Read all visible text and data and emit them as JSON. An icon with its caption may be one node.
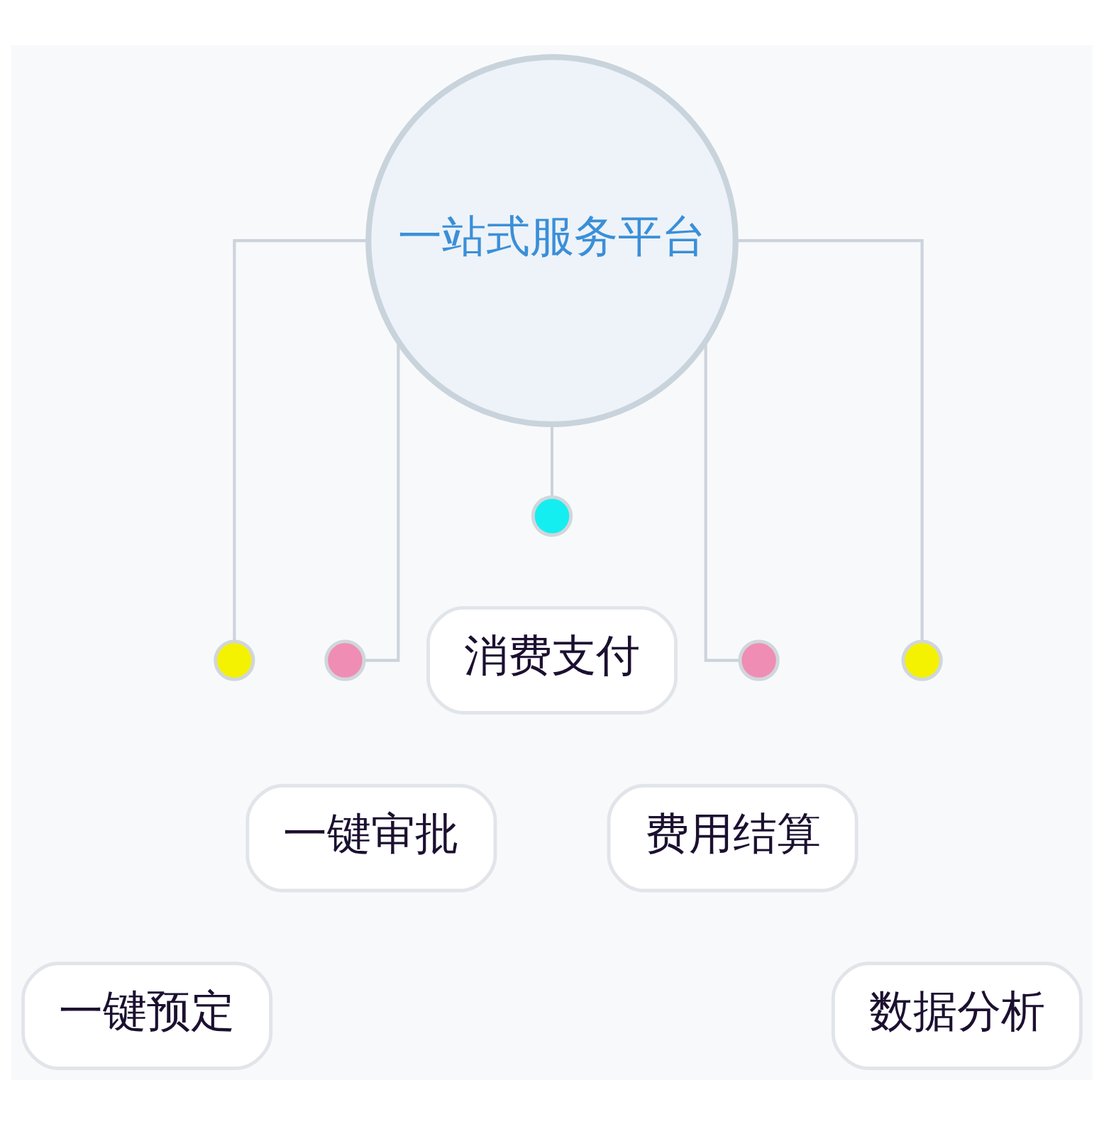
{
  "diagram": {
    "nodes": [
      {
        "text": [
          "一站式服务平台"
        ]
      },
      {
        "text": [],
        "shape": "circle"
      },
      {
        "text": [],
        "shape": "circle"
      },
      {
        "text": [],
        "shape": "circle"
      },
      {
        "text": [],
        "shape": "circle"
      },
      {
        "text": [],
        "shape": "circle"
      },
      {
        "text": [
          "一键预定"
        ]
      },
      {
        "text": [
          "一键审批"
        ]
      },
      {
        "text": [
          "消费支付"
        ]
      },
      {
        "text": [
          "费用结算"
        ]
      },
      {
        "text": [
          "数据分析"
        ]
      }
    ],
    "edges": [
      {
        "from": 0,
        "to": 1,
        "arrow": "none"
      },
      {
        "from": 0,
        "to": 2,
        "arrow": "none"
      },
      {
        "from": 0,
        "to": 3,
        "arrow": "none"
      },
      {
        "from": 0,
        "to": 4,
        "arrow": "none"
      },
      {
        "from": 0,
        "to": 5,
        "arrow": "none"
      }
    ]
  }
}
